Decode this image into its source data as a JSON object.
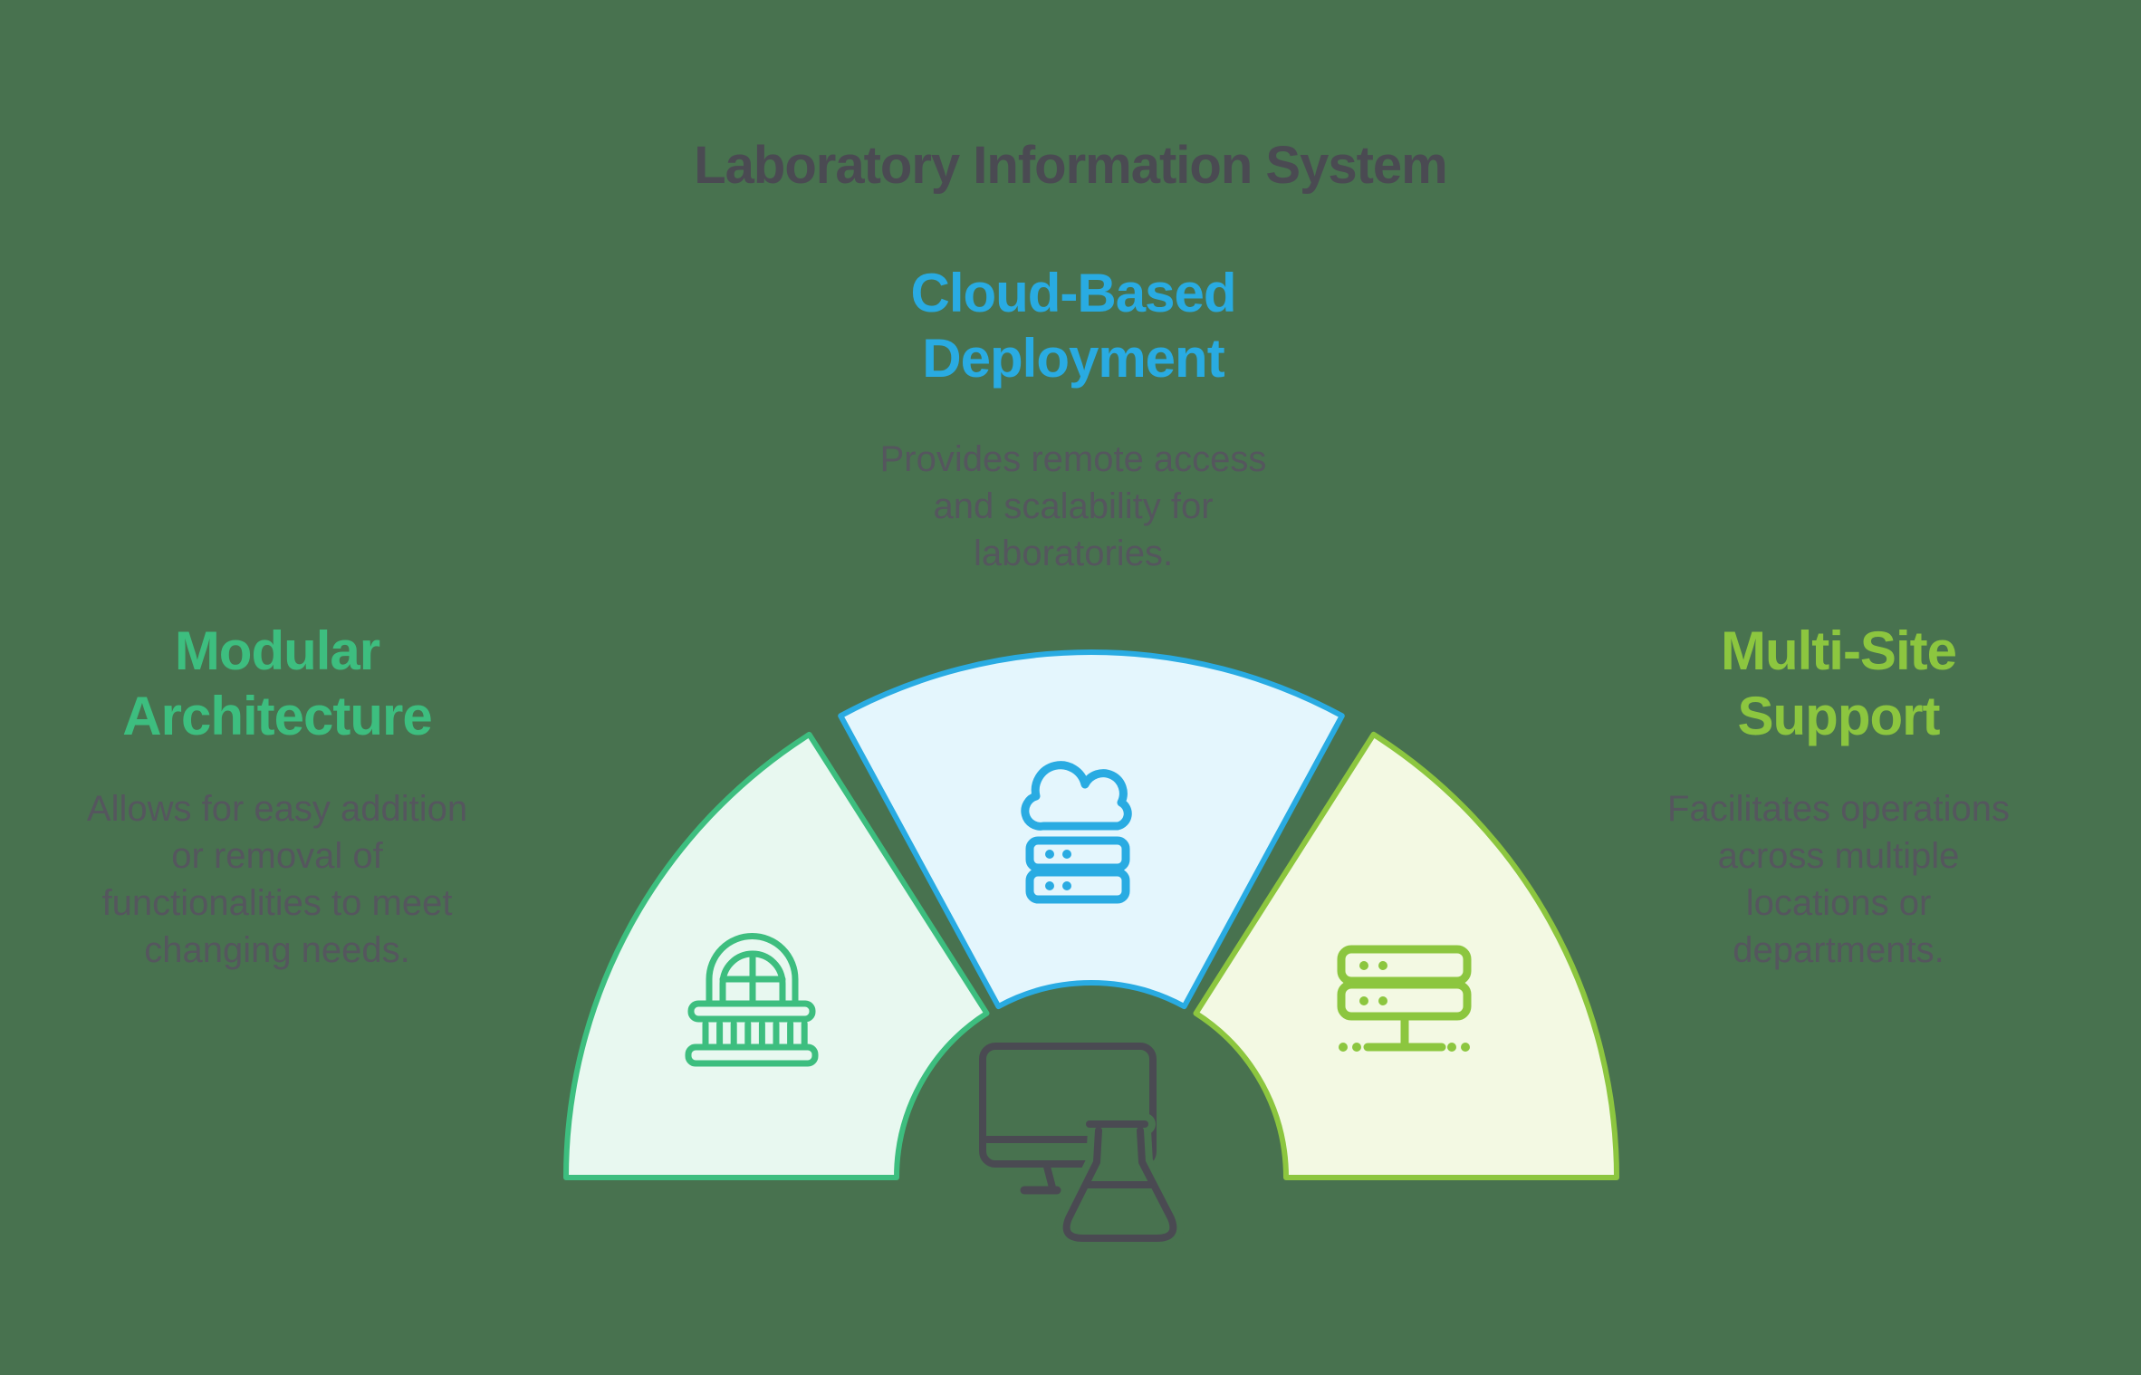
{
  "title": "Laboratory Information System",
  "background_color": "#48724F",
  "text_color_dark": "#4A4A52",
  "text_color_body": "#55565E",
  "sections": [
    {
      "id": "modular-architecture",
      "position": "left",
      "heading_lines": [
        "Modular",
        "Architecture"
      ],
      "description_lines": [
        "Allows for easy addition",
        "or removal of",
        "functionalities to meet",
        "changing needs."
      ],
      "accent_color": "#3DBE7F",
      "segment_fill": "#E8F8F0",
      "icon": "balcony-window-icon"
    },
    {
      "id": "cloud-based-deployment",
      "position": "top",
      "heading_lines": [
        "Cloud-Based",
        "Deployment"
      ],
      "description_lines": [
        "Provides remote access",
        "and scalability for",
        "laboratories."
      ],
      "accent_color": "#29ABE2",
      "segment_fill": "#E4F6FD",
      "icon": "cloud-server-icon"
    },
    {
      "id": "multi-site-support",
      "position": "right",
      "heading_lines": [
        "Multi-Site",
        "Support"
      ],
      "description_lines": [
        "Facilitates operations",
        "across multiple",
        "locations or",
        "departments."
      ],
      "accent_color": "#8CC63F",
      "segment_fill": "#F3F9E3",
      "icon": "server-network-icon"
    }
  ],
  "center": {
    "icon": "computer-flask-icon",
    "icon_color": "#4A4A52"
  }
}
